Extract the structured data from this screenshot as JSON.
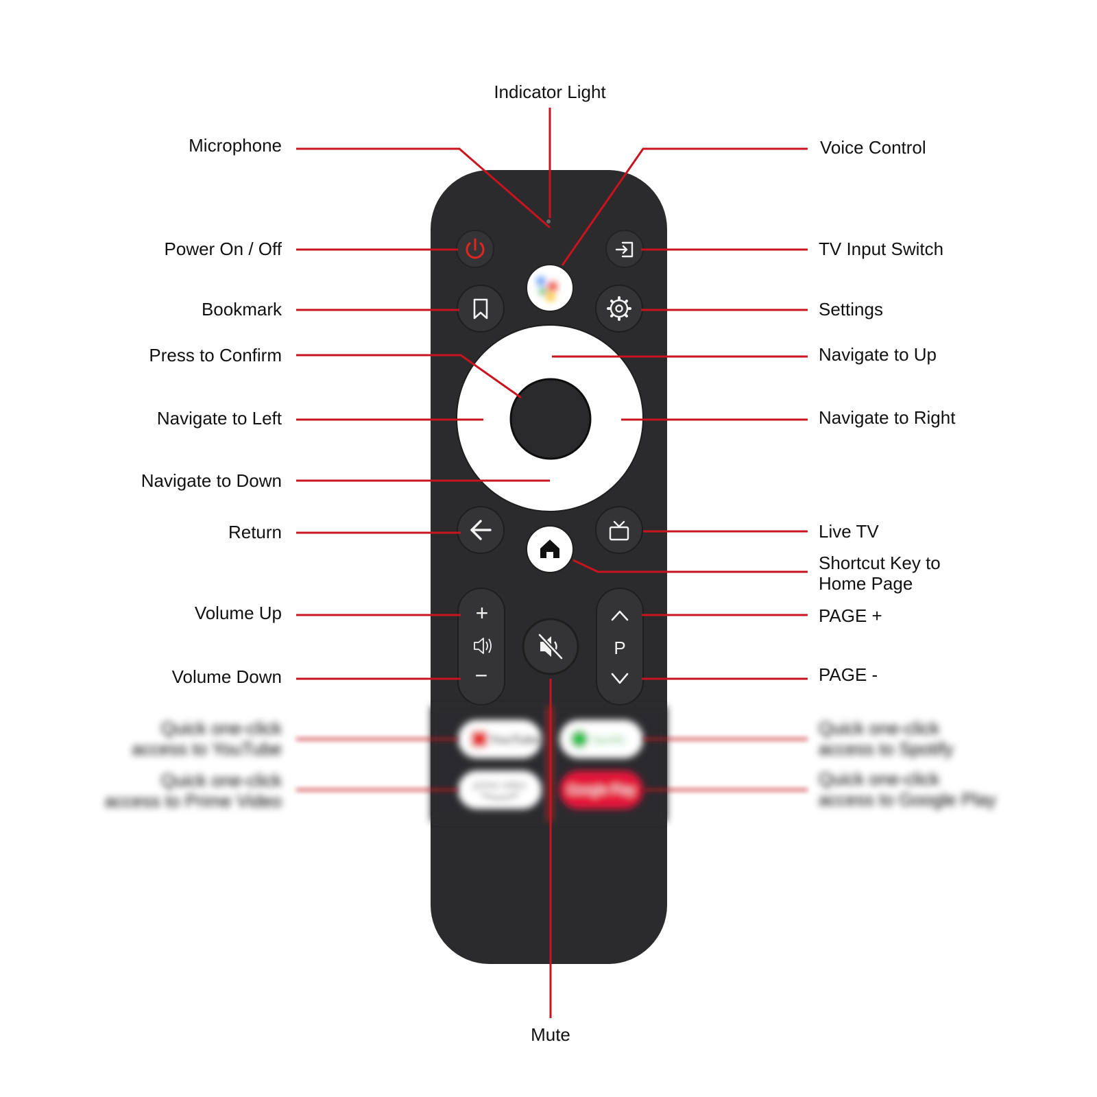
{
  "colors": {
    "callout_line": "#c8141e",
    "remote_body": "#2b2b2d",
    "button": "#343437",
    "icon": "#f2f2f2",
    "power_icon": "#e0261d",
    "youtube_red": "#e53935",
    "spotify_green": "#2ec04f",
    "google_play_red": "#e4173a"
  },
  "labels": {
    "indicator_light": "Indicator Light",
    "microphone": "Microphone",
    "voice_control": "Voice Control",
    "power": "Power On / Off",
    "tv_input": "TV Input Switch",
    "bookmark": "Bookmark",
    "settings": "Settings",
    "confirm": "Press to Confirm",
    "nav_up": "Navigate to Up",
    "nav_left": "Navigate to Left",
    "nav_right": "Navigate to Right",
    "nav_down": "Navigate to Down",
    "return": "Return",
    "live_tv": "Live TV",
    "home_line1": "Shortcut Key to",
    "home_line2": "Home Page",
    "volume_up": "Volume Up",
    "page_plus": "PAGE +",
    "volume_down": "Volume Down",
    "page_minus": "PAGE -",
    "youtube_line1": "Quick one-click",
    "youtube_line2": "access to YouTube",
    "spotify_line1": "Quick one-click",
    "spotify_line2": "access to Spotify",
    "prime_line1": "Quick one-click",
    "prime_line2": "access to Prime Video",
    "gplay_line1": "Quick one-click",
    "gplay_line2": "access to Google Play",
    "mute": "Mute"
  },
  "remote": {
    "plus_glyph": "+",
    "minus_glyph": "−",
    "page_letter": "P",
    "youtube_text": "YouTube",
    "spotify_text": "Spotify",
    "prime_text": "prime video",
    "gplay_text": "Google Play"
  },
  "icons": [
    "power-icon",
    "input-switch-icon",
    "assistant-icon",
    "bookmark-icon",
    "gear-icon",
    "back-arrow-icon",
    "home-icon",
    "tv-icon",
    "speaker-icon",
    "mute-icon",
    "chevron-up-icon",
    "chevron-down-icon"
  ]
}
